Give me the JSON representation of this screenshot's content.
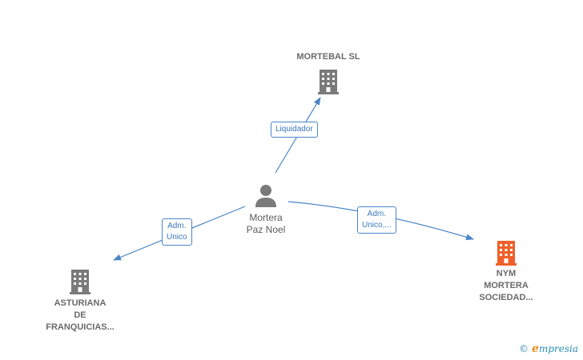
{
  "nodes": {
    "mortebal": {
      "label": "MORTEBAL SL",
      "color": "#7a7a7a"
    },
    "asturiana": {
      "label_lines": [
        "ASTURIANA",
        "DE",
        "FRANQUICIAS..."
      ],
      "color": "#7a7a7a"
    },
    "nym": {
      "label_lines": [
        "NYM",
        "MORTERA",
        "SOCIEDAD..."
      ],
      "color": "#f0602a"
    },
    "person": {
      "label_lines": [
        "Mortera",
        "Paz Noel"
      ],
      "color": "#7a7a7a"
    }
  },
  "relations": {
    "liquidador": {
      "lines": [
        "Liquidador"
      ]
    },
    "adm_unico": {
      "lines": [
        "Adm.",
        "Unico"
      ]
    },
    "adm_unico_nym": {
      "lines": [
        "Adm.",
        "Unico,..."
      ]
    }
  },
  "edge_color": "#4a86c8",
  "footer": {
    "copyright": "©",
    "brand_initial": "e",
    "brand_rest": "mpresia"
  }
}
